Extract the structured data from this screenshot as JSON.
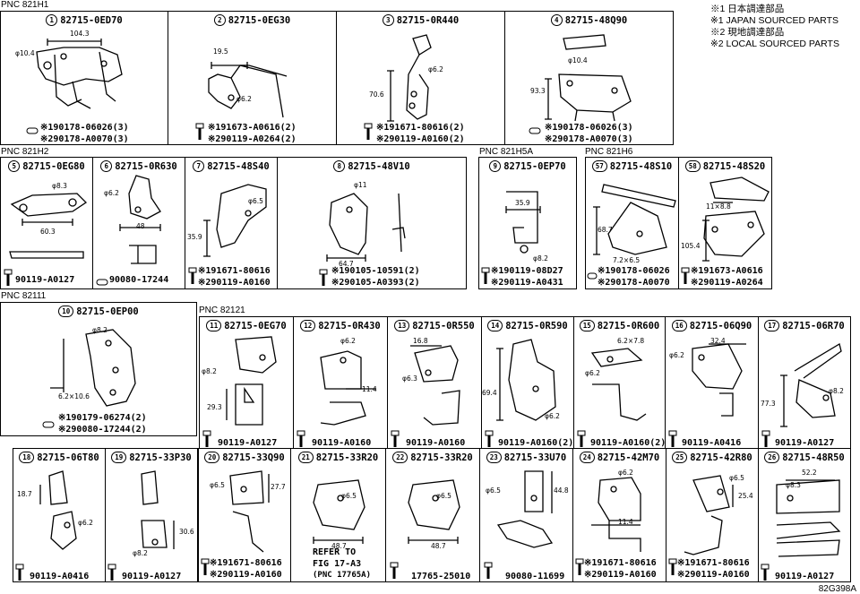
{
  "notes": [
    "※1 日本調達部品",
    "※1 JAPAN SOURCED PARTS",
    "※2 現地調達部品",
    "※2 LOCAL SOURCED PARTS"
  ],
  "code": "82G398A",
  "pnc": {
    "h1": "PNC 821H1",
    "h2": "PNC 821H2",
    "h5a": "PNC 821H5A",
    "h6": "PNC 821H6",
    "p82111": "PNC 82111",
    "p82121": "PNC 82121"
  },
  "parts": {
    "p1": {
      "num": "1",
      "part": "82715-0ED70",
      "dims": [
        "104.3",
        "φ10.4"
      ],
      "f1": "※190178-06026(3)",
      "f2": "※290178-A0070(3)"
    },
    "p2": {
      "num": "2",
      "part": "82715-0EG30",
      "dims": [
        "19.5",
        "φ6.2"
      ],
      "f1": "※191673-A0616(2)",
      "f2": "※290119-A0264(2)"
    },
    "p3": {
      "num": "3",
      "part": "82715-0R440",
      "dims": [
        "φ6.2",
        "70.6"
      ],
      "f1": "※191671-80616(2)",
      "f2": "※290119-A0160(2)"
    },
    "p4": {
      "num": "4",
      "part": "82715-48Q90",
      "dims": [
        "φ10.4",
        "93.3"
      ],
      "f1": "※190178-06026(3)",
      "f2": "※290178-A0070(3)"
    },
    "p5": {
      "num": "5",
      "part": "82715-0EG80",
      "dims": [
        "φ8.3",
        "60.3"
      ],
      "f1": "90119-A0127"
    },
    "p6": {
      "num": "6",
      "part": "82715-0R630",
      "dims": [
        "φ6.2",
        "48"
      ],
      "f1": "90080-17244"
    },
    "p7": {
      "num": "7",
      "part": "82715-48S40",
      "dims": [
        "φ6.5",
        "35.9"
      ],
      "f1": "※191671-80616",
      "f2": "※290119-A0160"
    },
    "p8": {
      "num": "8",
      "part": "82715-48V10",
      "dims": [
        "φ11",
        "64.7"
      ],
      "f1": "※190105-10591(2)",
      "f2": "※290105-A0393(2)"
    },
    "p9": {
      "num": "9",
      "part": "82715-0EP70",
      "dims": [
        "35.9",
        "φ8.2"
      ],
      "f1": "※190119-08D27",
      "f2": "※290119-A0431"
    },
    "p57": {
      "num": "57",
      "part": "82715-48S10",
      "dims": [
        "68.7",
        "7.2×6.5"
      ],
      "f1": "※190178-06026",
      "f2": "※290178-A0070"
    },
    "p58": {
      "num": "58",
      "part": "82715-48S20",
      "dims": [
        "11×8.8",
        "105.4"
      ],
      "f1": "※191673-A0616",
      "f2": "※290119-A0264"
    },
    "p10": {
      "num": "10",
      "part": "82715-0EP00",
      "dims": [
        "φ8.2",
        "6.2×10.6"
      ],
      "f1": "※190179-06274(2)",
      "f2": "※290080-17244(2)"
    },
    "p11": {
      "num": "11",
      "part": "82715-0EG70",
      "dims": [
        "φ8.2",
        "29.3"
      ],
      "f1": "90119-A0127"
    },
    "p12": {
      "num": "12",
      "part": "82715-0R430",
      "dims": [
        "φ6.2",
        "11.4"
      ],
      "f1": "90119-A0160"
    },
    "p13": {
      "num": "13",
      "part": "82715-0R550",
      "dims": [
        "16.8",
        "φ6.3"
      ],
      "f1": "90119-A0160"
    },
    "p14": {
      "num": "14",
      "part": "82715-0R590",
      "dims": [
        "69.4",
        "φ6.2"
      ],
      "f1": "90119-A0160(2)"
    },
    "p15": {
      "num": "15",
      "part": "82715-0R600",
      "dims": [
        "6.2×7.8",
        "φ6.2"
      ],
      "f1": "90119-A0160(2)"
    },
    "p16": {
      "num": "16",
      "part": "82715-06Q90",
      "dims": [
        "32.4",
        "φ6.2"
      ],
      "f1": "90119-A0416"
    },
    "p17": {
      "num": "17",
      "part": "82715-06R70",
      "dims": [
        "77.3",
        "φ8.2"
      ],
      "f1": "90119-A0127"
    },
    "p18": {
      "num": "18",
      "part": "82715-06T80",
      "dims": [
        "18.7",
        "φ6.2"
      ],
      "f1": "90119-A0416"
    },
    "p19": {
      "num": "19",
      "part": "82715-33P30",
      "dims": [
        "30.6",
        "φ8.2"
      ],
      "f1": "90119-A0127"
    },
    "p20": {
      "num": "20",
      "part": "82715-33Q90",
      "dims": [
        "φ6.5",
        "27.7"
      ],
      "f1": "※191671-80616",
      "f2": "※290119-A0160"
    },
    "p21": {
      "num": "21",
      "part": "82715-33R20",
      "dims": [
        "φ6.5",
        "48.7"
      ],
      "ref1": "REFER TO",
      "ref2": "FIG 17-A3",
      "ref3": "(PNC 17765A)"
    },
    "p22": {
      "num": "22",
      "part": "82715-33R20",
      "dims": [
        "φ6.5",
        "48.7"
      ],
      "f1": "17765-25010"
    },
    "p23": {
      "num": "23",
      "part": "82715-33U70",
      "dims": [
        "φ6.5",
        "44.8"
      ],
      "f1": "90080-11699"
    },
    "p24": {
      "num": "24",
      "part": "82715-42M70",
      "dims": [
        "φ6.2",
        "11.4"
      ],
      "f1": "※191671-80616",
      "f2": "※290119-A0160"
    },
    "p25": {
      "num": "25",
      "part": "82715-42R80",
      "dims": [
        "φ6.5",
        "25.4"
      ],
      "f1": "※191671-80616",
      "f2": "※290119-A0160"
    },
    "p26": {
      "num": "26",
      "part": "82715-48R50",
      "dims": [
        "52.2",
        "φ8.3"
      ],
      "f1": "90119-A0127"
    }
  },
  "icons": {
    "bolt": "bolt-icon",
    "clip": "clip-icon",
    "screw": "screw-icon"
  }
}
